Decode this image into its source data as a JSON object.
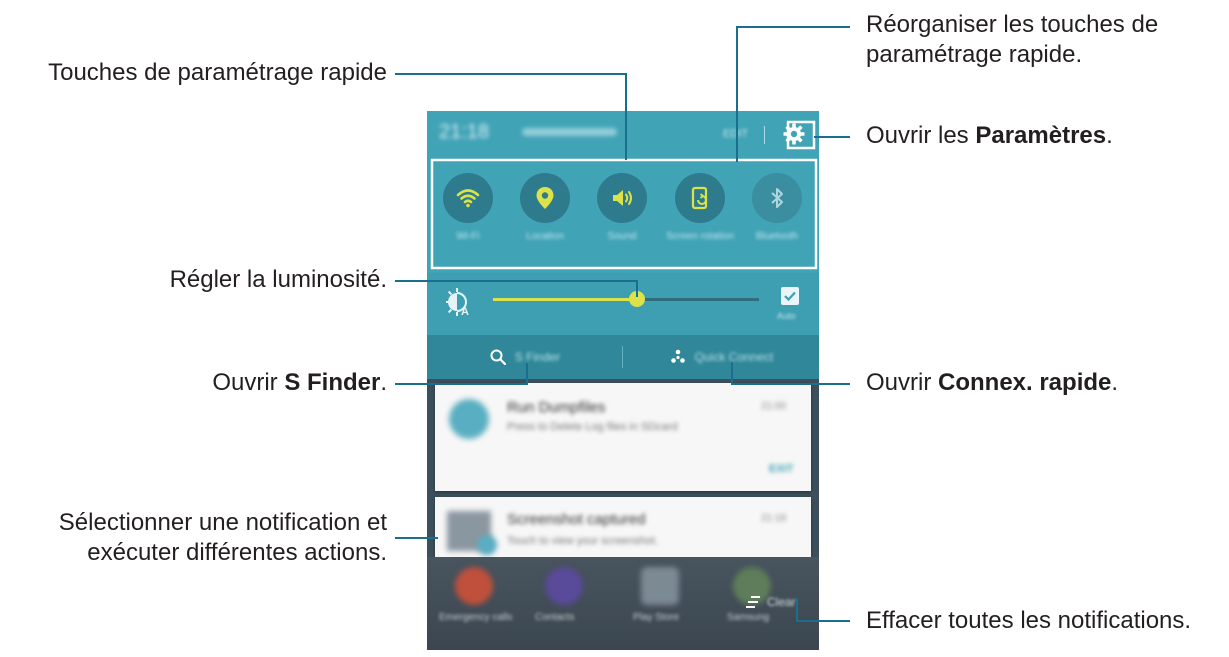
{
  "callouts": {
    "reorganize_line1": "Réorganiser les touches de",
    "reorganize_line2": "paramétrage rapide.",
    "quick_settings": "Touches de paramétrage rapide",
    "open_settings_prefix": "Ouvrir les ",
    "open_settings_bold": "Paramètres",
    "open_settings_suffix": ".",
    "brightness": "Régler la luminosité.",
    "s_finder_prefix": "Ouvrir ",
    "s_finder_bold": "S Finder",
    "s_finder_suffix": ".",
    "quick_connect_prefix": "Ouvrir ",
    "quick_connect_bold": "Connex. rapide",
    "quick_connect_suffix": ".",
    "notification_line1": "Sélectionner une notification et",
    "notification_line2": "exécuter différentes actions.",
    "clear_all": "Effacer toutes les notifications."
  },
  "phone": {
    "status": {
      "time": "21:18",
      "edit_label": "EDIT"
    },
    "toggles": [
      {
        "label": "Wi-Fi",
        "icon": "wifi-icon",
        "active": true
      },
      {
        "label": "Location",
        "icon": "location-pin-icon",
        "active": true
      },
      {
        "label": "Sound",
        "icon": "volume-icon",
        "active": true
      },
      {
        "label": "Screen rotation",
        "icon": "screen-rotation-icon",
        "active": true
      },
      {
        "label": "Bluetooth",
        "icon": "bluetooth-icon",
        "active": false
      }
    ],
    "brightness": {
      "level": 0.54,
      "auto_label": "Auto",
      "auto_checked": true
    },
    "search_bar": {
      "s_finder": "S Finder",
      "quick_connect": "Quick Connect"
    },
    "notifications": [
      {
        "title": "Run Dumpfiles",
        "subtitle": "Press to Delete Log files in SDcard",
        "time": "21:00",
        "action": "EXIT"
      },
      {
        "title": "Screenshot captured",
        "subtitle": "Touch to view your screenshot.",
        "time": "21:18"
      }
    ],
    "home_apps": [
      "Emergency calls",
      "Contacts",
      "Play Store",
      "Samsung"
    ],
    "clear_label": "Clear"
  },
  "colors": {
    "panel_teal": "#41a3b6",
    "toggle_active": "#dbe24a",
    "toggle_inactive": "#aed6df",
    "callout_line": "#1b6f8e"
  }
}
